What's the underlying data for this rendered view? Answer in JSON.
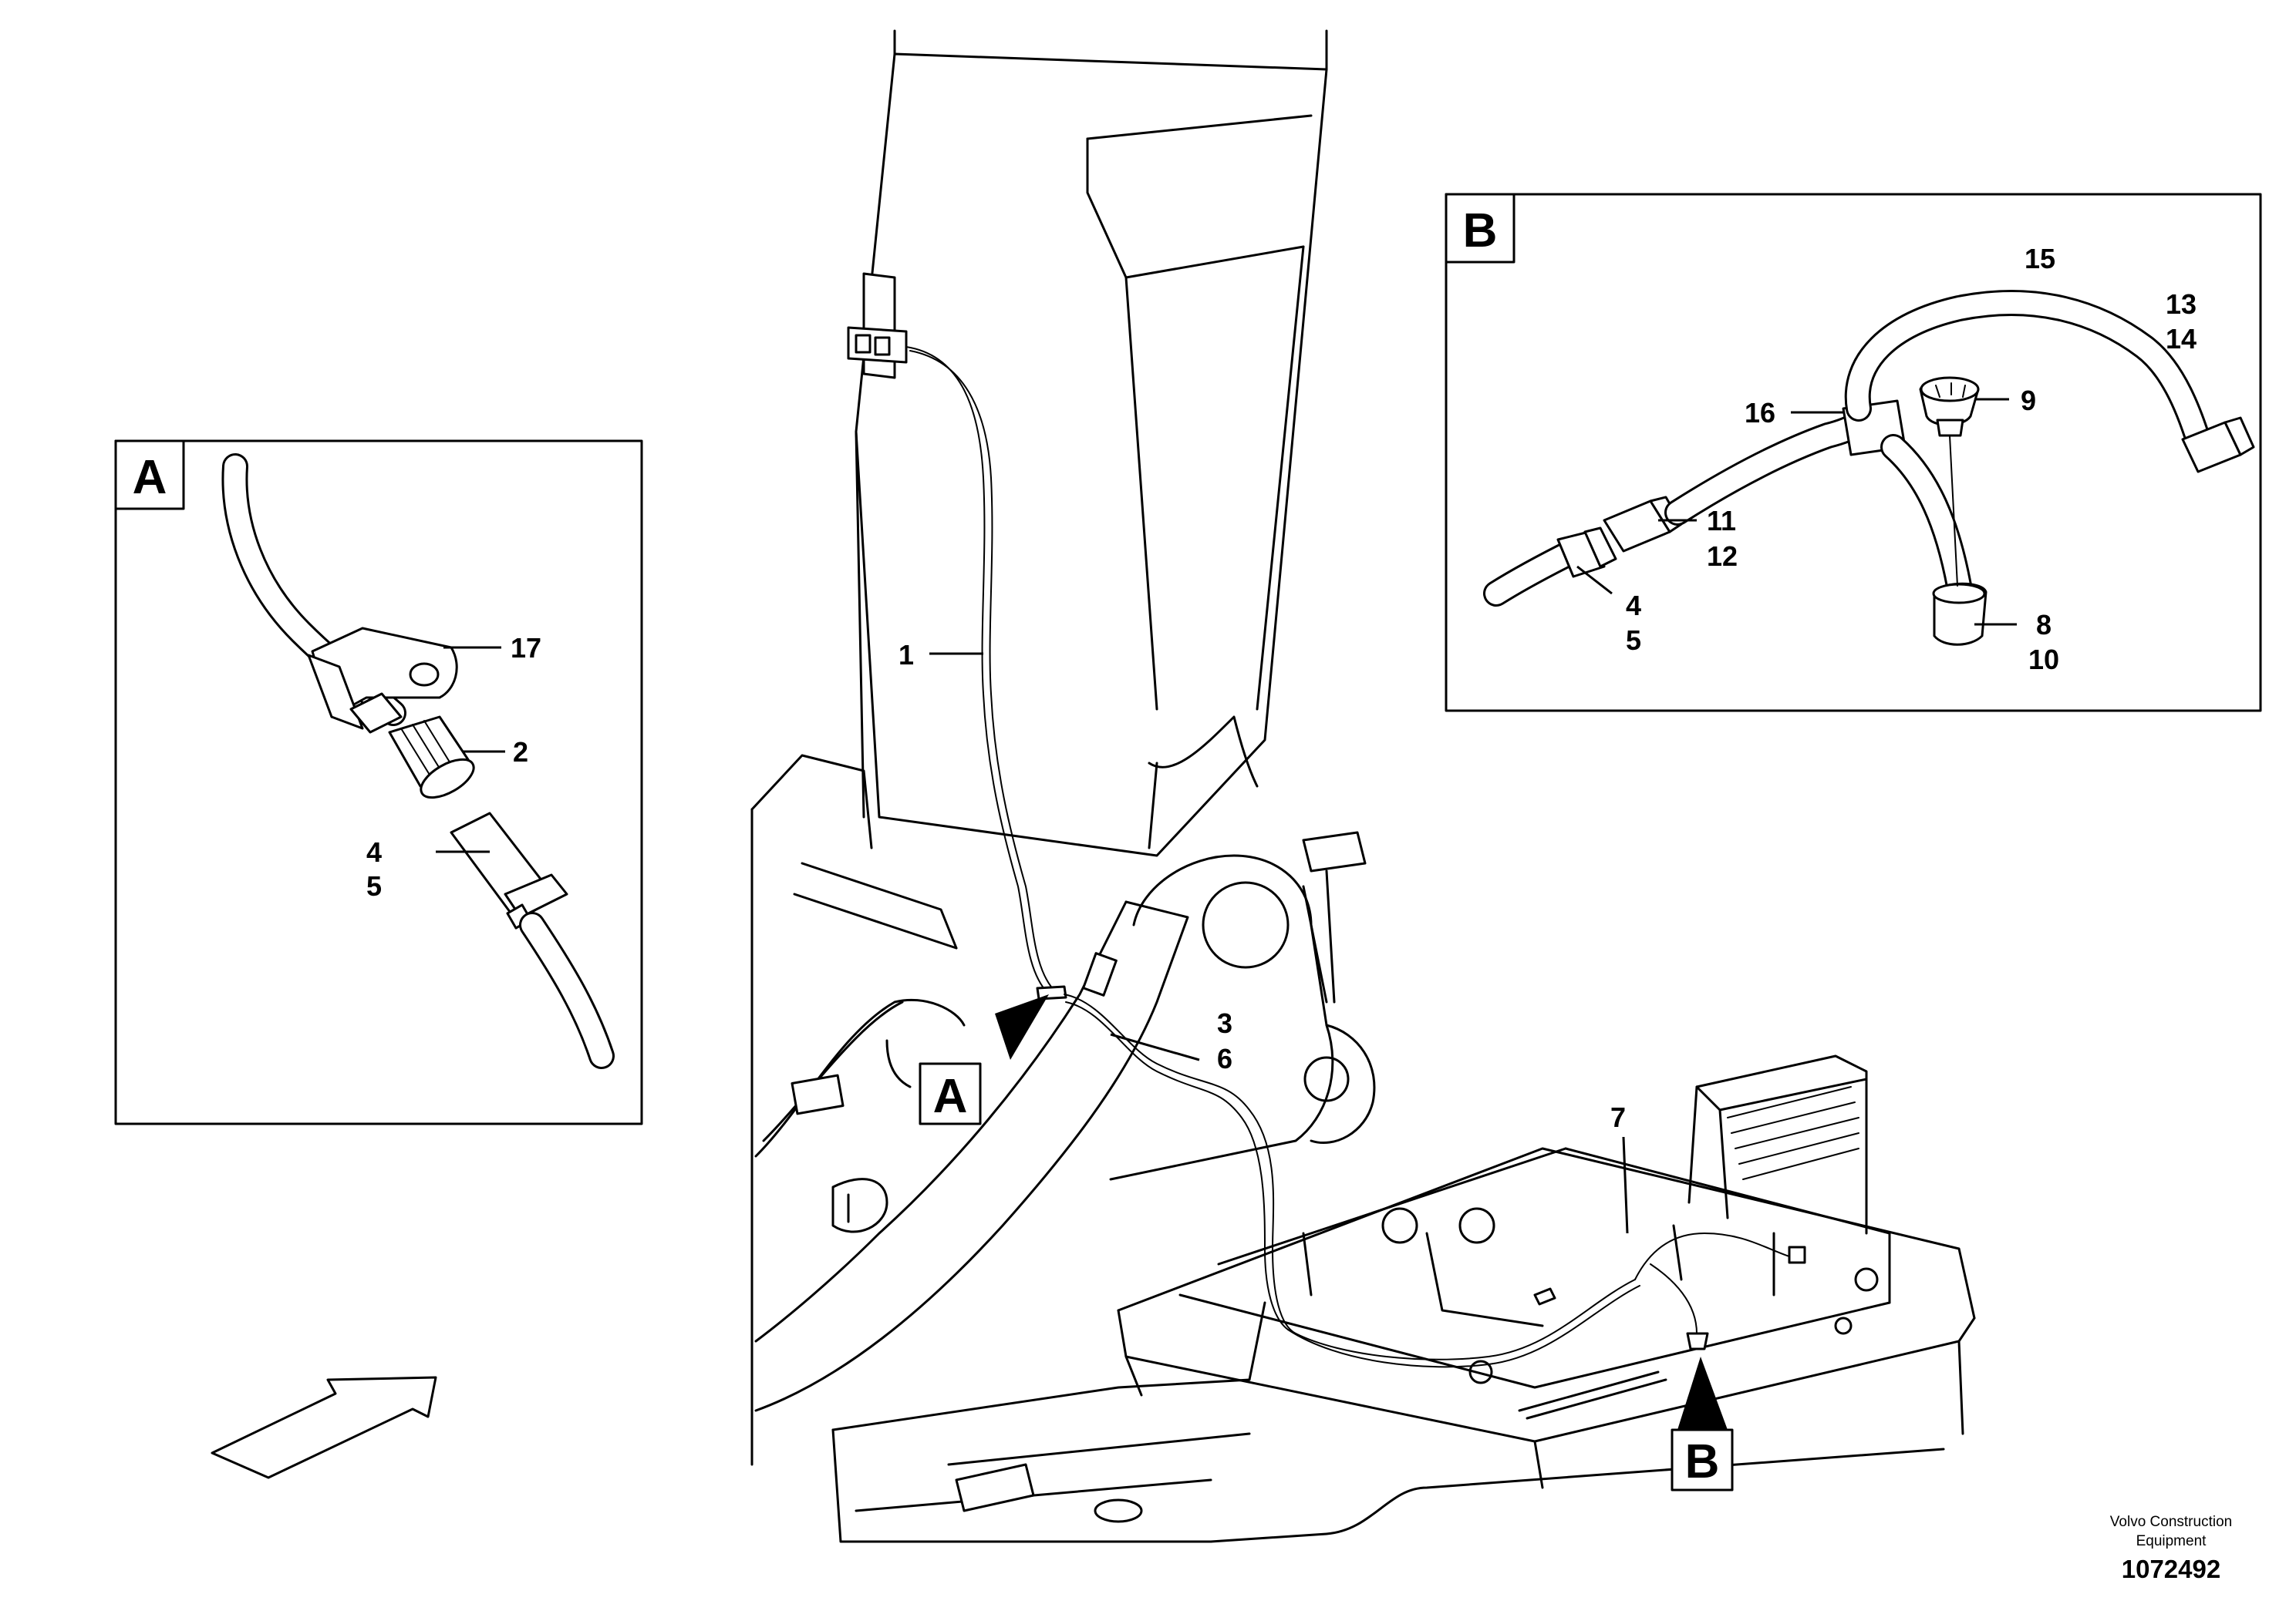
{
  "detail_a": {
    "letter": "A"
  },
  "detail_b": {
    "letter": "B"
  },
  "main_markers": {
    "a": "A",
    "b": "B"
  },
  "callouts": {
    "c1": "1",
    "c2": "2",
    "c3": "3",
    "c4": "4",
    "c5": "5",
    "c6": "6",
    "c7": "7",
    "c8": "8",
    "c9": "9",
    "c10": "10",
    "c11": "11",
    "c12": "12",
    "c13": "13",
    "c14": "14",
    "c15": "15",
    "c16": "16",
    "c17": "17"
  },
  "footer": {
    "company_line1": "Volvo Construction",
    "company_line2": "Equipment",
    "figure_number": "1072492"
  }
}
